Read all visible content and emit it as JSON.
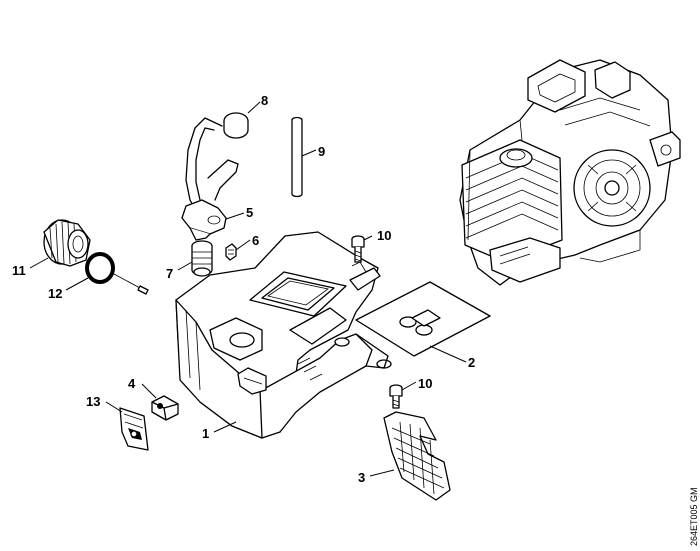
{
  "callouts": {
    "c1": "1",
    "c2": "2",
    "c3": "3",
    "c4": "4",
    "c5": "5",
    "c6": "6",
    "c7": "7",
    "c8": "8",
    "c9": "9",
    "c10a": "10",
    "c10b": "10",
    "c11": "11",
    "c12": "12",
    "c13": "13"
  },
  "drawing_code": "264ET005 GM"
}
